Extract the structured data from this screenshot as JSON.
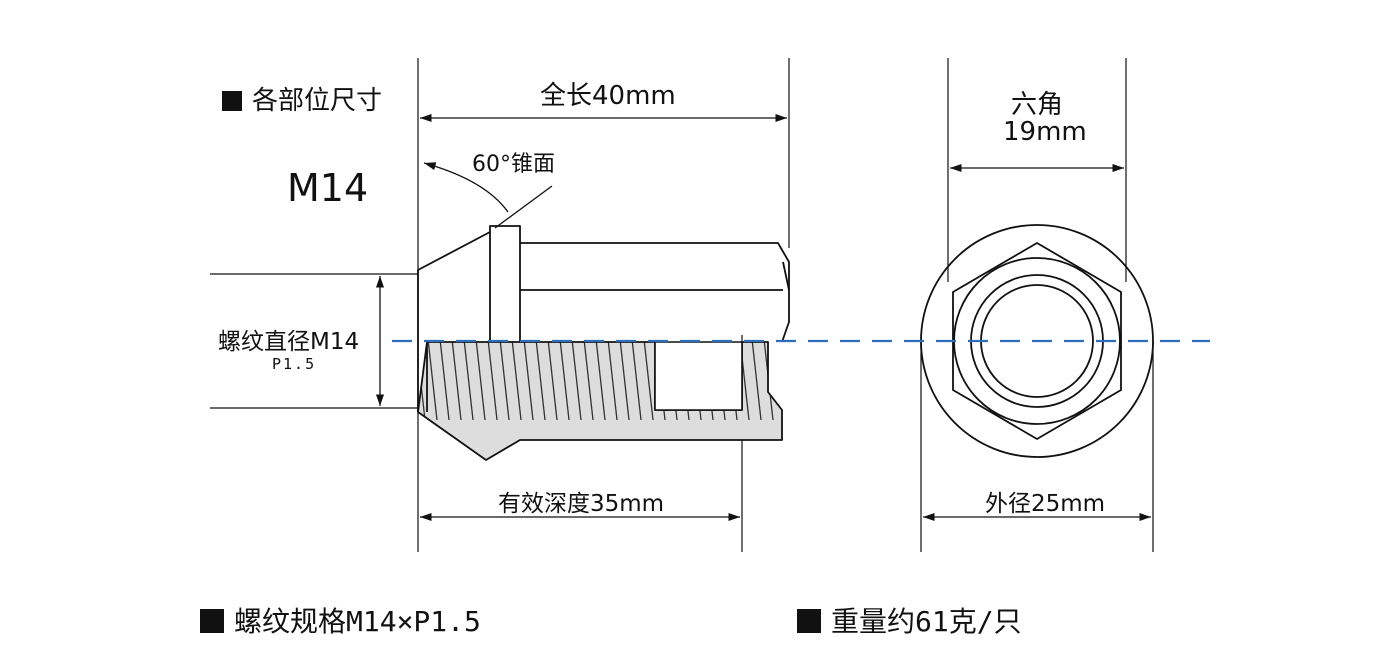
{
  "section_title": "各部位尺寸",
  "thread_size": "M14",
  "labels": {
    "total_length": "全长40mm",
    "cone_angle": "60°锥面",
    "thread_diameter": "螺纹直径M14",
    "thread_pitch": "P1.5",
    "effective_depth": "有效深度35mm",
    "hex_title": "六角",
    "hex_value": "19mm",
    "outer_diameter": "外径25mm"
  },
  "footer": {
    "spec": "螺纹规格M14×P1.5",
    "weight": "重量约61克/只"
  },
  "colors": {
    "line": "#111111",
    "centerline": "#2a6fb8",
    "thread_fill": "#dddddd"
  }
}
